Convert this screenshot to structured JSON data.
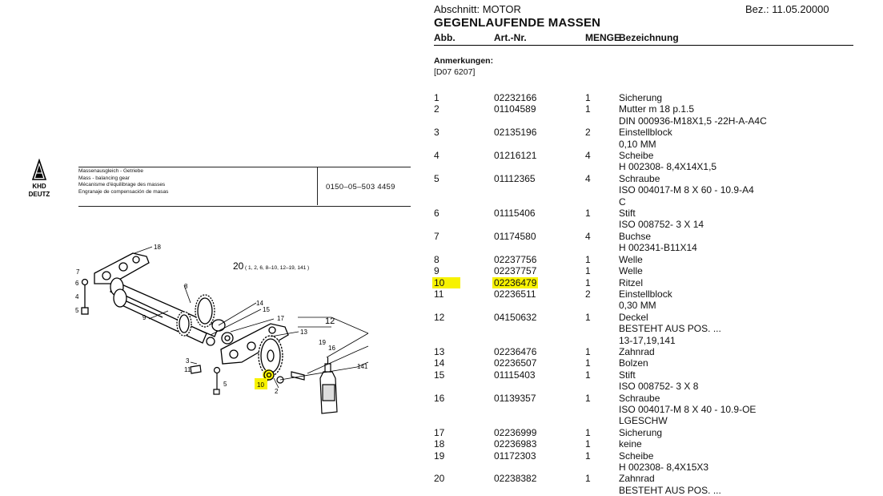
{
  "header": {
    "section": "Abschnitt: MOTOR",
    "date": "Bez.: 11.05.20000",
    "title": "GEGENLAUFENDE MASSEN",
    "columns": {
      "abb": "Abb.",
      "art": "Art.-Nr.",
      "menge": "MENGE",
      "bezeichnung": "Bezeichnung"
    }
  },
  "notes": {
    "label": "Anmerkungen:",
    "ref": "[D07 6207]"
  },
  "parts": [
    {
      "abb": "1",
      "art": "02232166",
      "qty": "1",
      "desc": [
        "Sicherung"
      ]
    },
    {
      "abb": "2",
      "art": "01104589",
      "qty": "1",
      "desc": [
        "Mutter m 18 p.1.5",
        "DIN 000936-M18X1,5 -22H-A-A4C"
      ]
    },
    {
      "abb": "3",
      "art": "02135196",
      "qty": "2",
      "desc": [
        "Einstellblock",
        "0,10 MM"
      ]
    },
    {
      "abb": "4",
      "art": "01216121",
      "qty": "4",
      "desc": [
        "Scheibe",
        "H 002308- 8,4X14X1,5"
      ]
    },
    {
      "abb": "5",
      "art": "01112365",
      "qty": "4",
      "desc": [
        "Schraube",
        "ISO 004017-M 8 X 60 - 10.9-A4",
        "C"
      ]
    },
    {
      "abb": "6",
      "art": "01115406",
      "qty": "1",
      "desc": [
        "Stift",
        "ISO 008752- 3 X 14"
      ]
    },
    {
      "abb": "7",
      "art": "01174580",
      "qty": "4",
      "desc": [
        "Buchse",
        "H 002341-B11X14"
      ]
    },
    {
      "abb": "8",
      "art": "02237756",
      "qty": "1",
      "desc": [
        "Welle"
      ]
    },
    {
      "abb": "9",
      "art": "02237757",
      "qty": "1",
      "desc": [
        "Welle"
      ]
    },
    {
      "abb": "10",
      "art": "02236479",
      "qty": "1",
      "desc": [
        "Ritzel"
      ],
      "highlight": true
    },
    {
      "abb": "11",
      "art": "02236511",
      "qty": "2",
      "desc": [
        "Einstellblock",
        "0,30 MM"
      ]
    },
    {
      "abb": "12",
      "art": "04150632",
      "qty": "1",
      "desc": [
        "Deckel",
        "BESTEHT AUS POS. ...",
        "13-17,19,141"
      ]
    },
    {
      "abb": "13",
      "art": "02236476",
      "qty": "1",
      "desc": [
        "Zahnrad"
      ]
    },
    {
      "abb": "14",
      "art": "02236507",
      "qty": "1",
      "desc": [
        "Bolzen"
      ]
    },
    {
      "abb": "15",
      "art": "01115403",
      "qty": "1",
      "desc": [
        "Stift",
        "ISO 008752- 3 X 8"
      ]
    },
    {
      "abb": "16",
      "art": "01139357",
      "qty": "1",
      "desc": [
        "Schraube",
        "ISO 004017-M 8 X 40 - 10.9-OE",
        "LGESCHW"
      ]
    },
    {
      "abb": "17",
      "art": "02236999",
      "qty": "1",
      "desc": [
        "Sicherung"
      ]
    },
    {
      "abb": "18",
      "art": "02236983",
      "qty": "1",
      "desc": [
        "keine"
      ]
    },
    {
      "abb": "19",
      "art": "01172303",
      "qty": "1",
      "desc": [
        "Scheibe",
        "H 002308- 8,4X15X3"
      ]
    },
    {
      "abb": "20",
      "art": "02238382",
      "qty": "1",
      "desc": [
        "Zahnrad",
        "BESTEHT AUS POS. ..."
      ]
    }
  ],
  "titleblock": {
    "logo_text": [
      "KHD",
      "DEUTZ"
    ],
    "lines": [
      "Massenausgleich - Getriebe",
      "Mass - balancing gear",
      "Mécanisme d'équilibrage des masses",
      "Engranaje de compensación de masas"
    ],
    "code": "0150–05–503  4459"
  },
  "drawing": {
    "group_label": "20",
    "group_items": "( 1, 2, 6, 8–10, 12–19, 141 )",
    "callouts": [
      "18",
      "7",
      "6",
      "4",
      "5",
      "8",
      "9",
      "14",
      "15",
      "17",
      "13",
      "12",
      "19",
      "16",
      "141",
      "3",
      "11",
      "5",
      "10",
      "2"
    ]
  },
  "colors": {
    "highlight": "#f7f200"
  }
}
